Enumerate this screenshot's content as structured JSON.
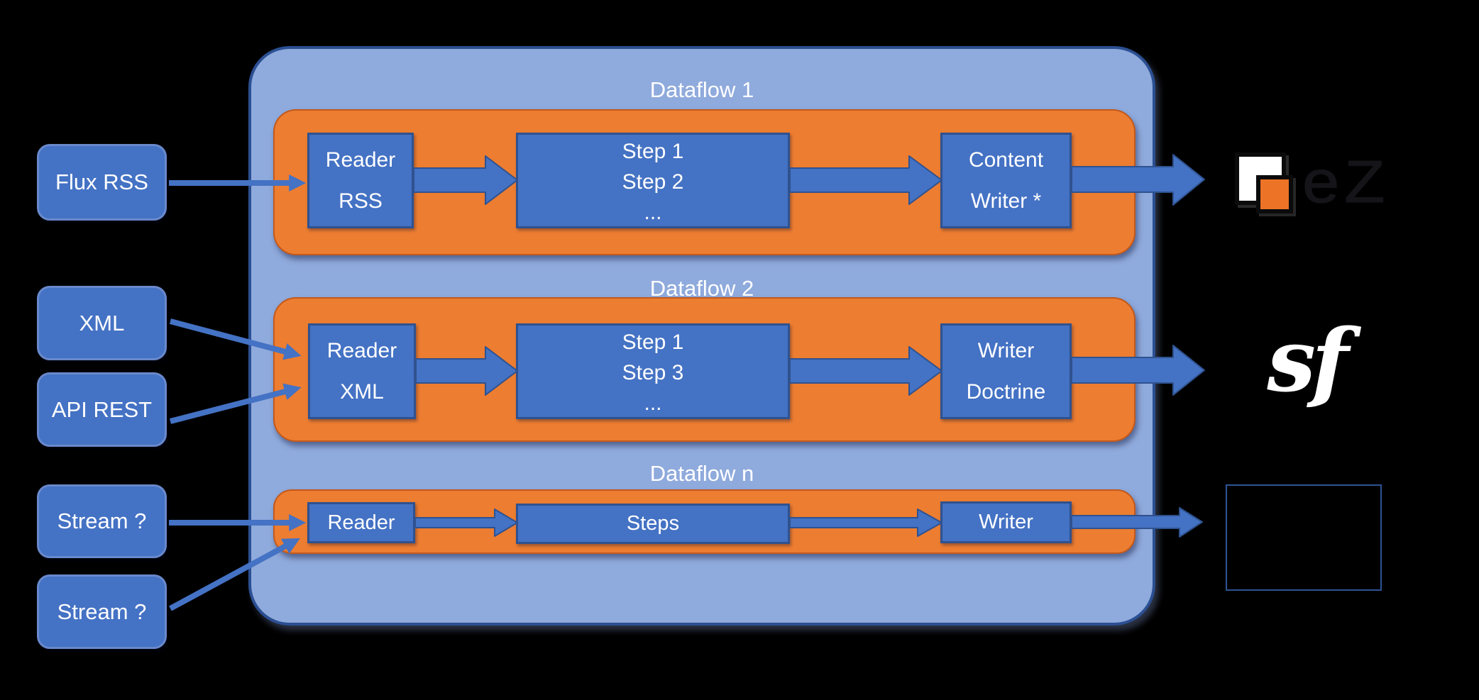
{
  "colors": {
    "background": "#000000",
    "container_fill": "#8FAADC",
    "container_border": "#2B4F92",
    "band_fill": "#ED7D31",
    "band_border": "#C2591B",
    "node_fill": "#4472C4",
    "node_border": "#2F528F",
    "source_border": "#6989CC",
    "arrow_fill": "#4472C4",
    "text": "#FFFFFF",
    "ez_logo_orange": "#ED7327",
    "output_box_border": "#2E5395"
  },
  "sources": [
    {
      "label": "Flux RSS"
    },
    {
      "label": "XML"
    },
    {
      "label": "API REST"
    },
    {
      "label": "Stream ?"
    },
    {
      "label": "Stream ?"
    }
  ],
  "dataflows": [
    {
      "title": "Dataflow 1",
      "reader_lines": [
        "Reader",
        "RSS"
      ],
      "steps_lines": [
        "Step 1",
        "Step 2",
        "..."
      ],
      "writer_lines": [
        "Content",
        "Writer *"
      ]
    },
    {
      "title": "Dataflow 2",
      "reader_lines": [
        "Reader",
        "XML"
      ],
      "steps_lines": [
        "Step 1",
        "Step 3",
        "..."
      ],
      "writer_lines": [
        "Writer",
        "Doctrine"
      ]
    },
    {
      "title": "Dataflow n",
      "reader_lines": [
        "Reader"
      ],
      "steps_lines": [
        "Steps"
      ],
      "writer_lines": [
        "Writer"
      ]
    }
  ],
  "outputs": {
    "ez_logo_text": "eZ",
    "symfony_logo_text": "sf"
  }
}
